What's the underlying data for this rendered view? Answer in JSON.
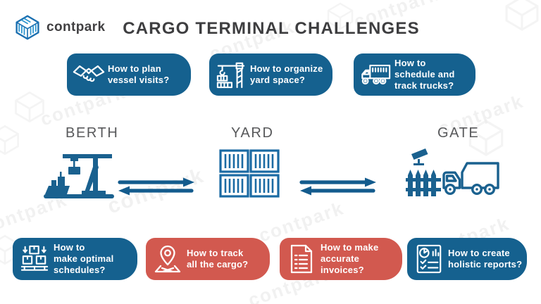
{
  "brand": {
    "name": "contpark",
    "logo_icon": "contpark-logo-icon"
  },
  "header": {
    "title": "CARGO TERMINAL CHALLENGES"
  },
  "top_challenges": [
    {
      "icon": "handshake-icon",
      "accent": "blue",
      "text": "How to plan vessel visits?",
      "lines": [
        "How to plan",
        "vessel visits?"
      ]
    },
    {
      "icon": "yard-crane-icon",
      "accent": "blue",
      "text": "How to organize yard space?",
      "lines": [
        "How to organize",
        "yard space?"
      ]
    },
    {
      "icon": "truck-icon",
      "accent": "blue",
      "text": "How to schedule and track trucks?",
      "lines": [
        "How to",
        "schedule and",
        "track trucks?"
      ]
    }
  ],
  "flow": {
    "zones": [
      {
        "label": "BERTH",
        "icon": "quay-crane-ship-icon"
      },
      {
        "label": "YARD",
        "icon": "container-stack-icon"
      },
      {
        "label": "GATE",
        "icon": "gate-camera-truck-icon"
      }
    ],
    "arrows": [
      {
        "between": "BERTH-YARD",
        "icon": "double-arrow-icon",
        "direction": "bidirectional"
      },
      {
        "between": "YARD-GATE",
        "icon": "double-arrow-icon",
        "direction": "bidirectional"
      }
    ]
  },
  "bottom_challenges": [
    {
      "icon": "load-plan-pallet-icon",
      "accent": "blue",
      "text": "How to make optimal schedules?",
      "lines": [
        "How to",
        "make optimal",
        "schedules?"
      ]
    },
    {
      "icon": "map-pin-icon",
      "accent": "red",
      "text": "How to track all the cargo?",
      "lines": [
        "How to track",
        "all the cargo?"
      ]
    },
    {
      "icon": "invoice-icon",
      "accent": "red",
      "text": "How to make accurate invoices?",
      "lines": [
        "How to make",
        "accurate invoices?"
      ]
    },
    {
      "icon": "report-icon",
      "accent": "blue",
      "text": "How to create holistic reports?",
      "lines": [
        "How to create",
        "holistic reports?"
      ]
    }
  ],
  "watermark_text": "contpark",
  "colors": {
    "box_blue": "#15618F",
    "box_red": "#D2594F",
    "illustration_blue": "#1A618F",
    "arrow_blue": "#135B8D",
    "title_text": "#3E3E40",
    "zone_label_text": "#58595B",
    "watermark": "#EAEAEA"
  }
}
